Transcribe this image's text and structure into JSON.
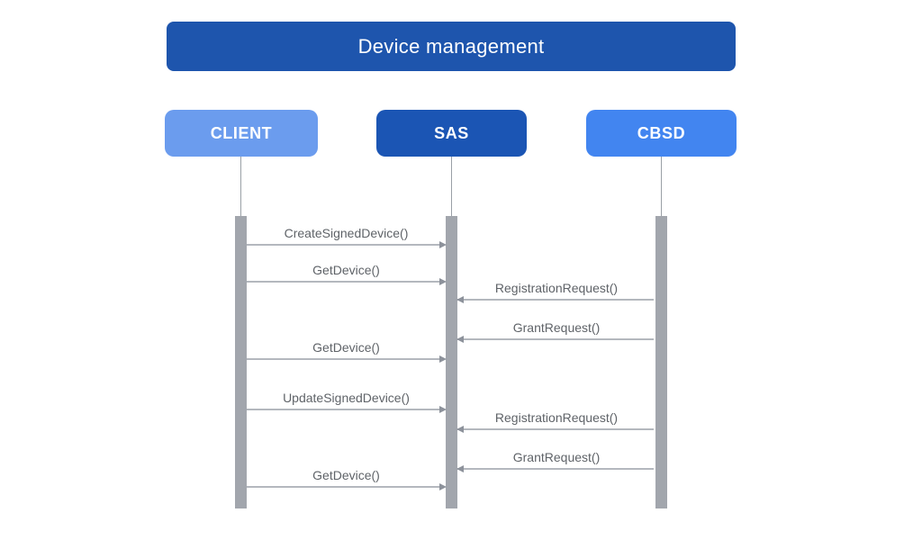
{
  "title": "Device management",
  "actors": [
    {
      "id": "client",
      "label": "CLIENT",
      "color": "#6B9CEE"
    },
    {
      "id": "sas",
      "label": "SAS",
      "color": "#1B55B4"
    },
    {
      "id": "cbsd",
      "label": "CBSD",
      "color": "#4285F0"
    }
  ],
  "messages": [
    {
      "label": "CreateSignedDevice()",
      "from": "CLIENT",
      "to": "SAS",
      "direction": "right"
    },
    {
      "label": "GetDevice()",
      "from": "CLIENT",
      "to": "SAS",
      "direction": "right"
    },
    {
      "label": "RegistrationRequest()",
      "from": "CBSD",
      "to": "SAS",
      "direction": "left"
    },
    {
      "label": "GrantRequest()",
      "from": "CBSD",
      "to": "SAS",
      "direction": "left"
    },
    {
      "label": "GetDevice()",
      "from": "CLIENT",
      "to": "SAS",
      "direction": "right"
    },
    {
      "label": "UpdateSignedDevice()",
      "from": "CLIENT",
      "to": "SAS",
      "direction": "right"
    },
    {
      "label": "RegistrationRequest()",
      "from": "CBSD",
      "to": "SAS",
      "direction": "left"
    },
    {
      "label": "GrantRequest()",
      "from": "CBSD",
      "to": "SAS",
      "direction": "left"
    },
    {
      "label": "GetDevice()",
      "from": "CLIENT",
      "to": "SAS",
      "direction": "right"
    }
  ],
  "colors": {
    "title_bg": "#1E55AD",
    "arrow_line": "#B4B8BE",
    "arrow_head": "#8D929B",
    "activation_bar": "#A2A6AD",
    "label_text": "#5F6368",
    "lifeline": "#9AA0A6",
    "text_on_blue": "#FFFFFF"
  }
}
